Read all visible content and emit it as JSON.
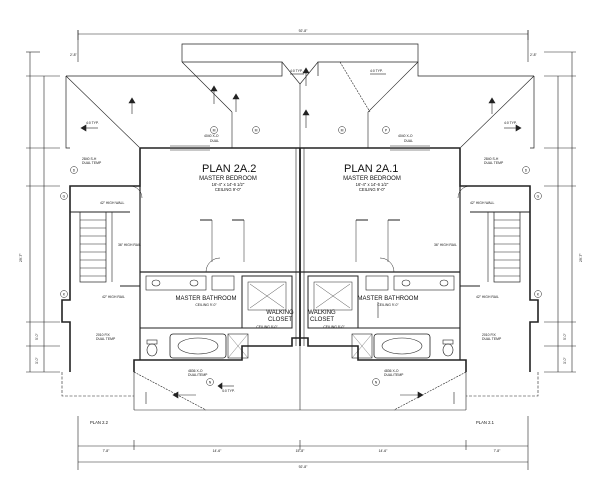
{
  "plans": {
    "left": {
      "title": "PLAN 2A.2",
      "bottom": "PLAN 2.2"
    },
    "right": {
      "title": "PLAN 2A.1",
      "bottom": "PLAN 2.1"
    }
  },
  "rooms": {
    "master_bedroom": "MASTER BEDROOM",
    "master_bedroom_size": "16'-4\" x 14'-6 1/2\"",
    "master_bedroom_ceiling": "CEILING 9'-0\"",
    "master_bathroom": "MASTER BATHROOM",
    "master_bathroom_ceiling": "CEILING 9'-0\"",
    "walking": "WALKING",
    "closet": "CLOSET",
    "closet_ceiling": "CEILING 8'-0\""
  },
  "notes": {
    "wall_42": "42\" HIGH WALL",
    "rail_36": "36\" HIGH RAIL",
    "rail_42": "42\" HIGH RAIL",
    "window_4040": "4040 X-O",
    "dual": "DUAL",
    "window_2840": "2840 S-H",
    "dual_temp": "DUAL TEMP",
    "window_2010": "2010 FIX",
    "window_4836": "4836 X-O",
    "dual_temp2": "DUAL/TEMP",
    "typ_40": "4:0 TYP."
  },
  "dims": {
    "overall": "92'-8\"",
    "seg_a": "7'-8\"",
    "seg_b": "14'-6\"",
    "seg_c": "15'-8\"",
    "side_left": "29'-7\"",
    "side_right": "29'-7\"",
    "total_bottom": "92'-8\"",
    "offset_small": "2'-8\"",
    "dim_5": "5'-0\"",
    "dim_3": "3'-0\""
  },
  "markers": [
    "D",
    "E",
    "F",
    "G",
    "H",
    "K",
    "L",
    "M",
    "N",
    "P",
    "Q",
    "R"
  ]
}
